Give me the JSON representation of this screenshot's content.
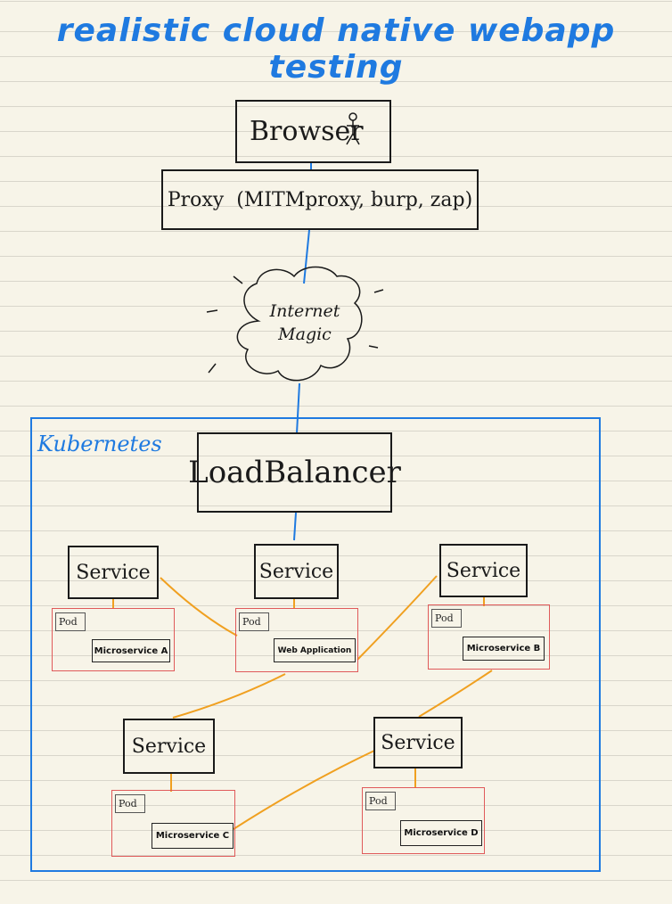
{
  "title": "realistic cloud native webapp testing",
  "browser": {
    "label": "Browser",
    "icon": "stick-figure-icon"
  },
  "proxy": {
    "label": "Proxy  (MITMproxy, burp, zap)"
  },
  "internet": {
    "line1": "Internet",
    "line2": "Magic",
    "icon": "cloud-icon"
  },
  "kubernetes": {
    "label": "Kubernetes"
  },
  "load_balancer": {
    "label": "LoadBalancer"
  },
  "services": [
    {
      "label": "Service",
      "pod": "Pod",
      "app": "Microservice A"
    },
    {
      "label": "Service",
      "pod": "Pod",
      "app": "Web Application"
    },
    {
      "label": "Service",
      "pod": "Pod",
      "app": "Microservice B"
    },
    {
      "label": "Service",
      "pod": "Pod",
      "app": "Microservice C"
    },
    {
      "label": "Service",
      "pod": "Pod",
      "app": "Microservice D"
    }
  ],
  "colors": {
    "title": "#1f7ae0",
    "kubernetes_border": "#1f7ae0",
    "blue_link": "#1f7ae0",
    "orange_link": "#f0a020",
    "pod_border": "#e05a5a",
    "ink": "#1a1a1a",
    "paper": "#f7f4e8"
  }
}
